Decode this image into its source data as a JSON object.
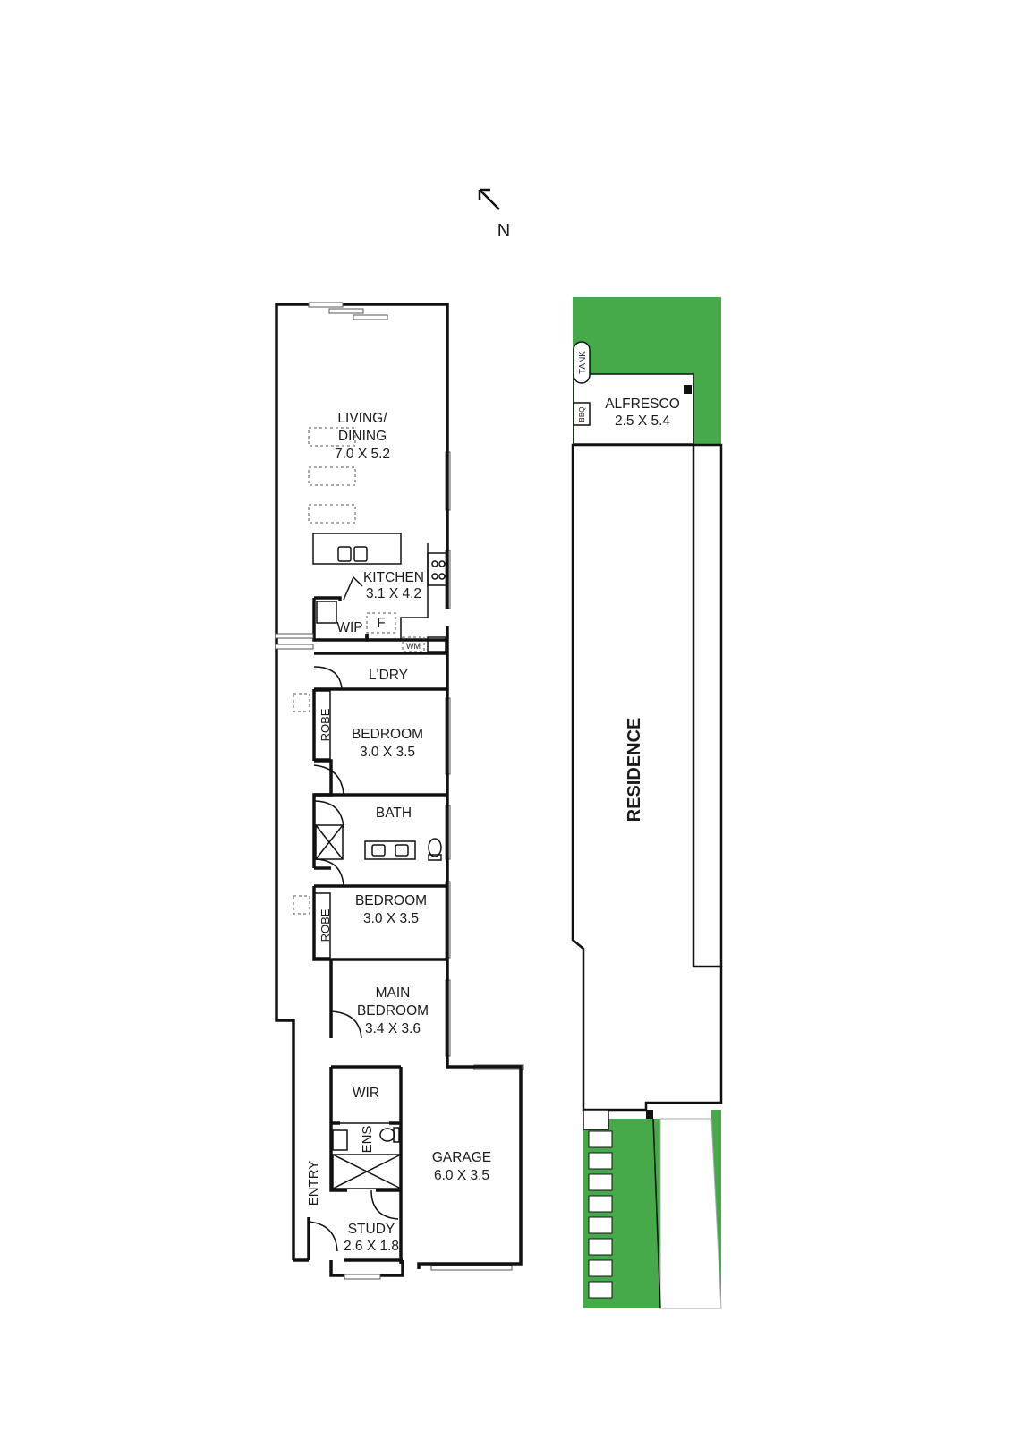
{
  "compass": {
    "label": "N"
  },
  "rooms": {
    "living": {
      "name_line1": "LIVING/",
      "name_line2": "DINING",
      "dims": "7.0 X 5.2"
    },
    "kitchen": {
      "name": "KITCHEN",
      "dims": "3.1 X 4.2"
    },
    "wip": {
      "name": "WIP"
    },
    "fridge": {
      "name": "F"
    },
    "wm": {
      "name": "WM"
    },
    "laundry": {
      "name": "L'DRY"
    },
    "bedroom1": {
      "name": "BEDROOM",
      "dims": "3.0 X 3.5"
    },
    "robe1": {
      "name": "ROBE"
    },
    "bath": {
      "name": "BATH"
    },
    "bedroom2": {
      "name": "BEDROOM",
      "dims": "3.0 X 3.5"
    },
    "robe2": {
      "name": "ROBE"
    },
    "main_bedroom": {
      "name_line1": "MAIN",
      "name_line2": "BEDROOM",
      "dims": "3.4 X 3.6"
    },
    "wir": {
      "name": "WIR"
    },
    "ens": {
      "name": "ENS"
    },
    "garage": {
      "name": "GARAGE",
      "dims": "6.0 X 3.5"
    },
    "study": {
      "name": "STUDY",
      "dims": "2.6 X 1.8"
    },
    "entry": {
      "name": "ENTRY"
    }
  },
  "site": {
    "alfresco": {
      "name": "ALFRESCO",
      "dims": "2.5 X 5.4"
    },
    "tank": {
      "name": "TANK"
    },
    "bbq": {
      "name": "BBQ"
    },
    "residence": {
      "name": "RESIDENCE"
    }
  },
  "colors": {
    "garden": "#46a94a",
    "wall": "#111111"
  }
}
